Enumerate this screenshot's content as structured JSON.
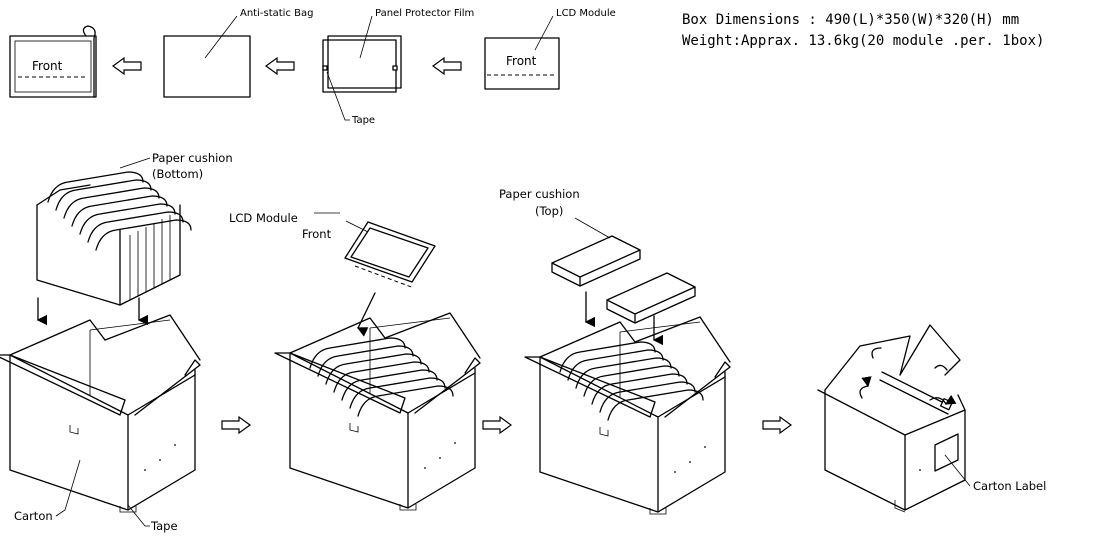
{
  "specs": {
    "box_dimensions": "Box Dimensions : 490(L)*350(W)*320(H) mm",
    "weight": "Weight:Apprax. 13.6kg(20 module .per. 1box)"
  },
  "top_row": {
    "front_text_1": "Front",
    "anti_static_bag": "Anti-static Bag",
    "panel_protector_film": "Panel Protector Film",
    "tape_1": "Tape",
    "lcd_module": "LCD Module",
    "front_text_2": "Front"
  },
  "bottom_row": {
    "paper_cushion_bottom_1": "Paper cushion",
    "paper_cushion_bottom_2": "(Bottom)",
    "carton": "Carton",
    "tape_2": "Tape",
    "lcd_module_front_1": "LCD Module",
    "lcd_module_front_2": "Front",
    "paper_cushion_top_1": "Paper cushion",
    "paper_cushion_top_2": "(Top)",
    "carton_label": "Carton Label"
  }
}
